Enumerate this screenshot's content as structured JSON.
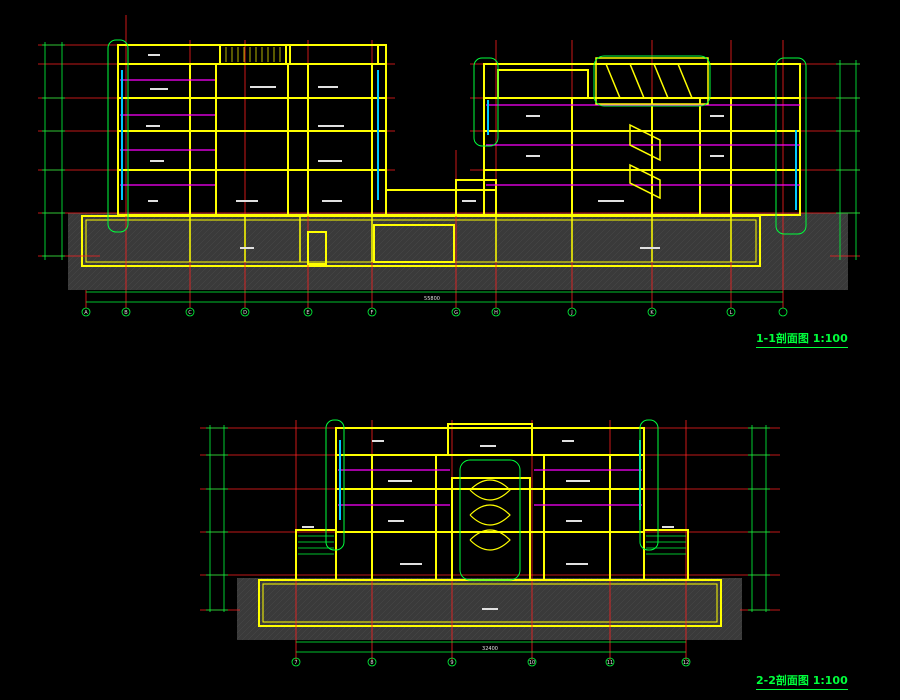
{
  "section_1": {
    "title": "1-1剖面图 1:100",
    "axis_labels": [
      "A",
      "B",
      "C",
      "D",
      "E",
      "F",
      "G",
      "H",
      "J",
      "K",
      "L"
    ],
    "overall_dim": "55800"
  },
  "section_2": {
    "title": "2-2剖面图 1:100",
    "axis_labels": [
      "7",
      "8",
      "9",
      "10",
      "11",
      "12"
    ],
    "overall_dim": "32400"
  },
  "colors": {
    "background": "#000000",
    "wall": "#ffff00",
    "grid_red": "#ff2020",
    "dim_green": "#00ff3c",
    "accent_magenta": "#ff00ff",
    "glass_cyan": "#00c8ff",
    "ground_gray": "#3a3a3a",
    "annotation_white": "#e0e0e0"
  }
}
